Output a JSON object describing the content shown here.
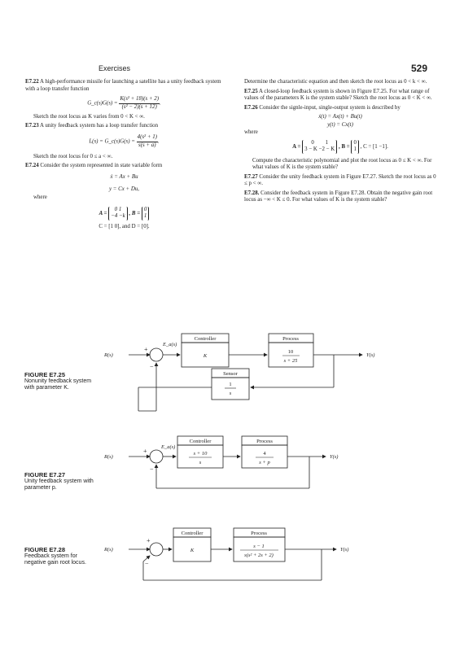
{
  "header": {
    "section": "Exercises",
    "page": "529"
  },
  "left_column": {
    "e722": {
      "num": "E7.22",
      "text": "A high-performance missile for launching a satellite has a unity feedback system with a loop transfer function",
      "eq_lhs": "G_c(s)G(s) =",
      "eq_num": "K(s² + 18)(s + 2)",
      "eq_den": "(s² − 2)(s + 12)",
      "after": "Sketch the root locus as K varies from 0 < K < ∞."
    },
    "e723": {
      "num": "E7.23",
      "text": "A unity feedback system has a loop transfer function",
      "eq_lhs": "L(s) = G_c(s)G(s) =",
      "eq_num": "4(s² + 1)",
      "eq_den": "s(s + a)",
      "after": "Sketch the root locus for 0 ≤ a < ∞."
    },
    "e724": {
      "num": "E7.24",
      "text": "Consider the system represented in state variable form",
      "eq1": "ẋ = Ax + Bu",
      "eq2": "y = Cx + Du,",
      "where": "where",
      "A_label": "A =",
      "A_r1": "0   1",
      "A_r2": "−4  −k",
      "B_label": ", B =",
      "B_r1": "0",
      "B_r2": "1",
      "CD": "C = [1   0],   and   D = [0].",
      "after": "Determine the characteristic equation and then sketch the root locus as 0 < k < ∞."
    }
  },
  "right_column": {
    "e725": {
      "num": "E7.25",
      "text": "A closed-loop feedback system is shown in Figure E7.25. For what range of values of the parameters K is the system stable? Sketch the root locus as 0 < K < ∞."
    },
    "e726": {
      "num": "E7.26",
      "text": "Consider the signle-input, single-output system is described by",
      "eq1": "ẋ(t) = Ax(t) + Bu(t)",
      "eq2": "y(t) = Cx(t)",
      "where": "where",
      "A_label": "A =",
      "A_r1": "0        1",
      "A_r2": "3 − K   −2 − K",
      "B_label": ", B =",
      "B_r1": "0",
      "B_r2": "1",
      "C": ", C = [1   −1].",
      "after": "Compute the characteristic polynomial and plot the root locus as 0 ≤ K < ∞. For what values of K is the system stable?"
    },
    "e727": {
      "num": "E7.27",
      "text": "Consider the unity feedback system in Figure E7.27. Sketch the root locus as 0 ≤ p < ∞."
    },
    "e728": {
      "num": "E7.28.",
      "text": "Consider the feedback system in Figure E7.28. Obtain the negative gain root locus as −∞ < K ≤ 0. For what values of K is the system stable?"
    }
  },
  "figures": {
    "f725": {
      "caption_title": "FIGURE E7.25",
      "caption_text": "Nonunity feedback system with parameter K.",
      "input": "R(s)",
      "output": "Y(s)",
      "error": "E_a(s)",
      "controller_label": "Controller",
      "controller_tf": "K",
      "process_label": "Process",
      "process_num": "10",
      "process_den": "s + 25",
      "sensor_label": "Sensor",
      "sensor_num": "1",
      "sensor_den": "s",
      "plus": "+",
      "minus": "−"
    },
    "f727": {
      "caption_title": "FIGURE E7.27",
      "caption_text": "Unity feedback system with parameter p.",
      "input": "R(s)",
      "output": "Y(s)",
      "error": "E_a(s)",
      "controller_label": "Controller",
      "controller_num": "s + 10",
      "controller_den": "s",
      "process_label": "Process",
      "process_num": "4",
      "process_den": "s + p",
      "plus": "+",
      "minus": "−"
    },
    "f728": {
      "caption_title": "FIGURE E7.28",
      "caption_text": "Feedback system for negative gain root locus.",
      "input": "R(s)",
      "output": "Y(s)",
      "controller_label": "Controller",
      "controller_tf": "K",
      "process_label": "Process",
      "process_num": "s − 1",
      "process_den": "s(s² + 2s + 2)",
      "plus": "+",
      "minus": "−"
    }
  }
}
